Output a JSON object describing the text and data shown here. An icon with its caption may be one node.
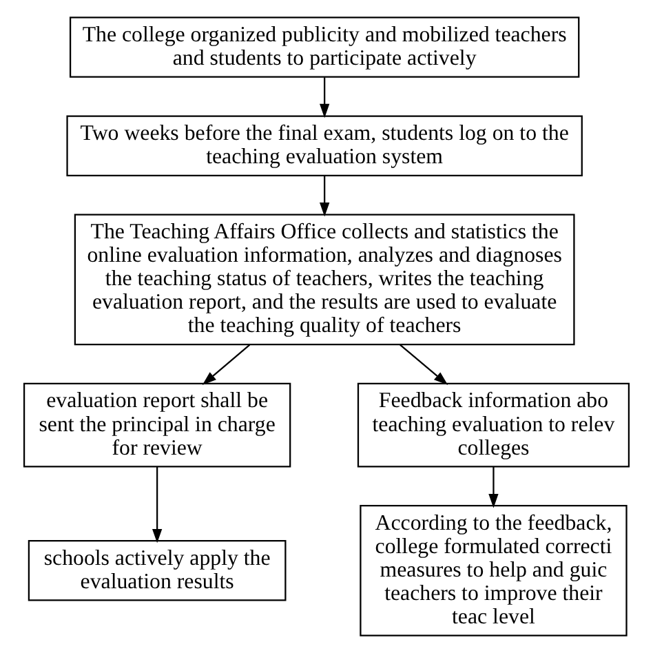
{
  "diagram": {
    "nodes": [
      {
        "text": [
          "The college organized publicity and mobilized teachers and students to participate actively"
        ]
      },
      {
        "text": [
          "Two weeks before the final exam, students log on to the teaching evaluation system"
        ]
      },
      {
        "text": [
          "The Teaching Affairs Office collects and statistics the online evaluation information, analyzes and diagnoses the teaching status of teachers, writes the teaching evaluation report, and the results are used to evaluate the teaching quality of teachers"
        ]
      },
      {
        "text": [
          "evaluation report shall be sent the principal in charge for review"
        ]
      },
      {
        "text": [
          "Feedback information abo teaching evaluation to relev colleges"
        ]
      },
      {
        "text": [
          "schools actively apply the evaluation results"
        ]
      },
      {
        "text": [
          "According to the feedback, college formulated correcti measures to help and guic teachers to improve their teac level"
        ]
      }
    ],
    "edges": [
      {
        "from": 0,
        "to": 1,
        "arrow": "to"
      },
      {
        "from": 1,
        "to": 2,
        "arrow": "to"
      },
      {
        "from": 2,
        "to": 3,
        "arrow": "to"
      },
      {
        "from": 2,
        "to": 4,
        "arrow": "to"
      },
      {
        "from": 3,
        "to": 5,
        "arrow": "to"
      },
      {
        "from": 4,
        "to": 6,
        "arrow": "to"
      }
    ]
  }
}
